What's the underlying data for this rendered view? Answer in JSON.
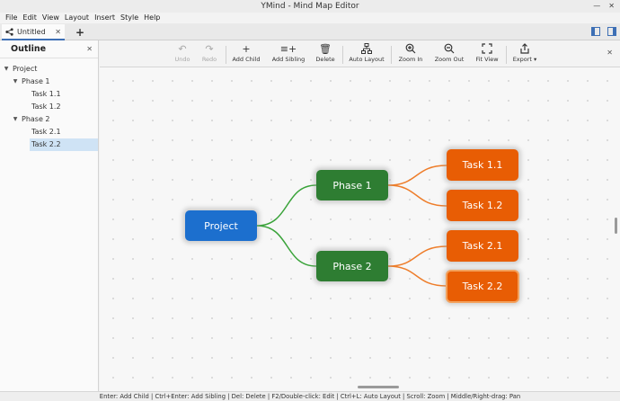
{
  "window": {
    "title": "YMind - Mind Map Editor"
  },
  "menu": [
    "File",
    "Edit",
    "View",
    "Layout",
    "Insert",
    "Style",
    "Help"
  ],
  "tabs": {
    "active_label": "Untitled",
    "new_tab_label": "+"
  },
  "outline": {
    "title": "Outline",
    "items": [
      "Project",
      "Phase 1",
      "Task 1.1",
      "Task 1.2",
      "Phase 2",
      "Task 2.1",
      "Task 2.2"
    ],
    "selected": "Task 2.2"
  },
  "toolbar": {
    "undo": "Undo",
    "redo": "Redo",
    "add_child": "Add Child",
    "add_sibling": "Add Sibling",
    "delete": "Delete",
    "auto_layout": "Auto Layout",
    "zoom_in": "Zoom In",
    "zoom_out": "Zoom Out",
    "fit_view": "Fit View",
    "export": "Export"
  },
  "mindmap": {
    "root": "Project",
    "phase1": "Phase 1",
    "phase2": "Phase 2",
    "task11": "Task 1.1",
    "task12": "Task 1.2",
    "task21": "Task 2.1",
    "task22": "Task 2.2",
    "colors": {
      "root": "#1c6fce",
      "branch": "#2e7d32",
      "leaf": "#e85d04",
      "edge_branch": "#3aa33a",
      "edge_leaf": "#ee7d2a"
    }
  },
  "status": {
    "hints": "Enter: Add Child  |  Ctrl+Enter: Add Sibling  |  Del: Delete  |  F2/Double-click: Edit  |  Ctrl+L: Auto Layout  |  Scroll: Zoom  |  Middle/Right-drag: Pan"
  }
}
